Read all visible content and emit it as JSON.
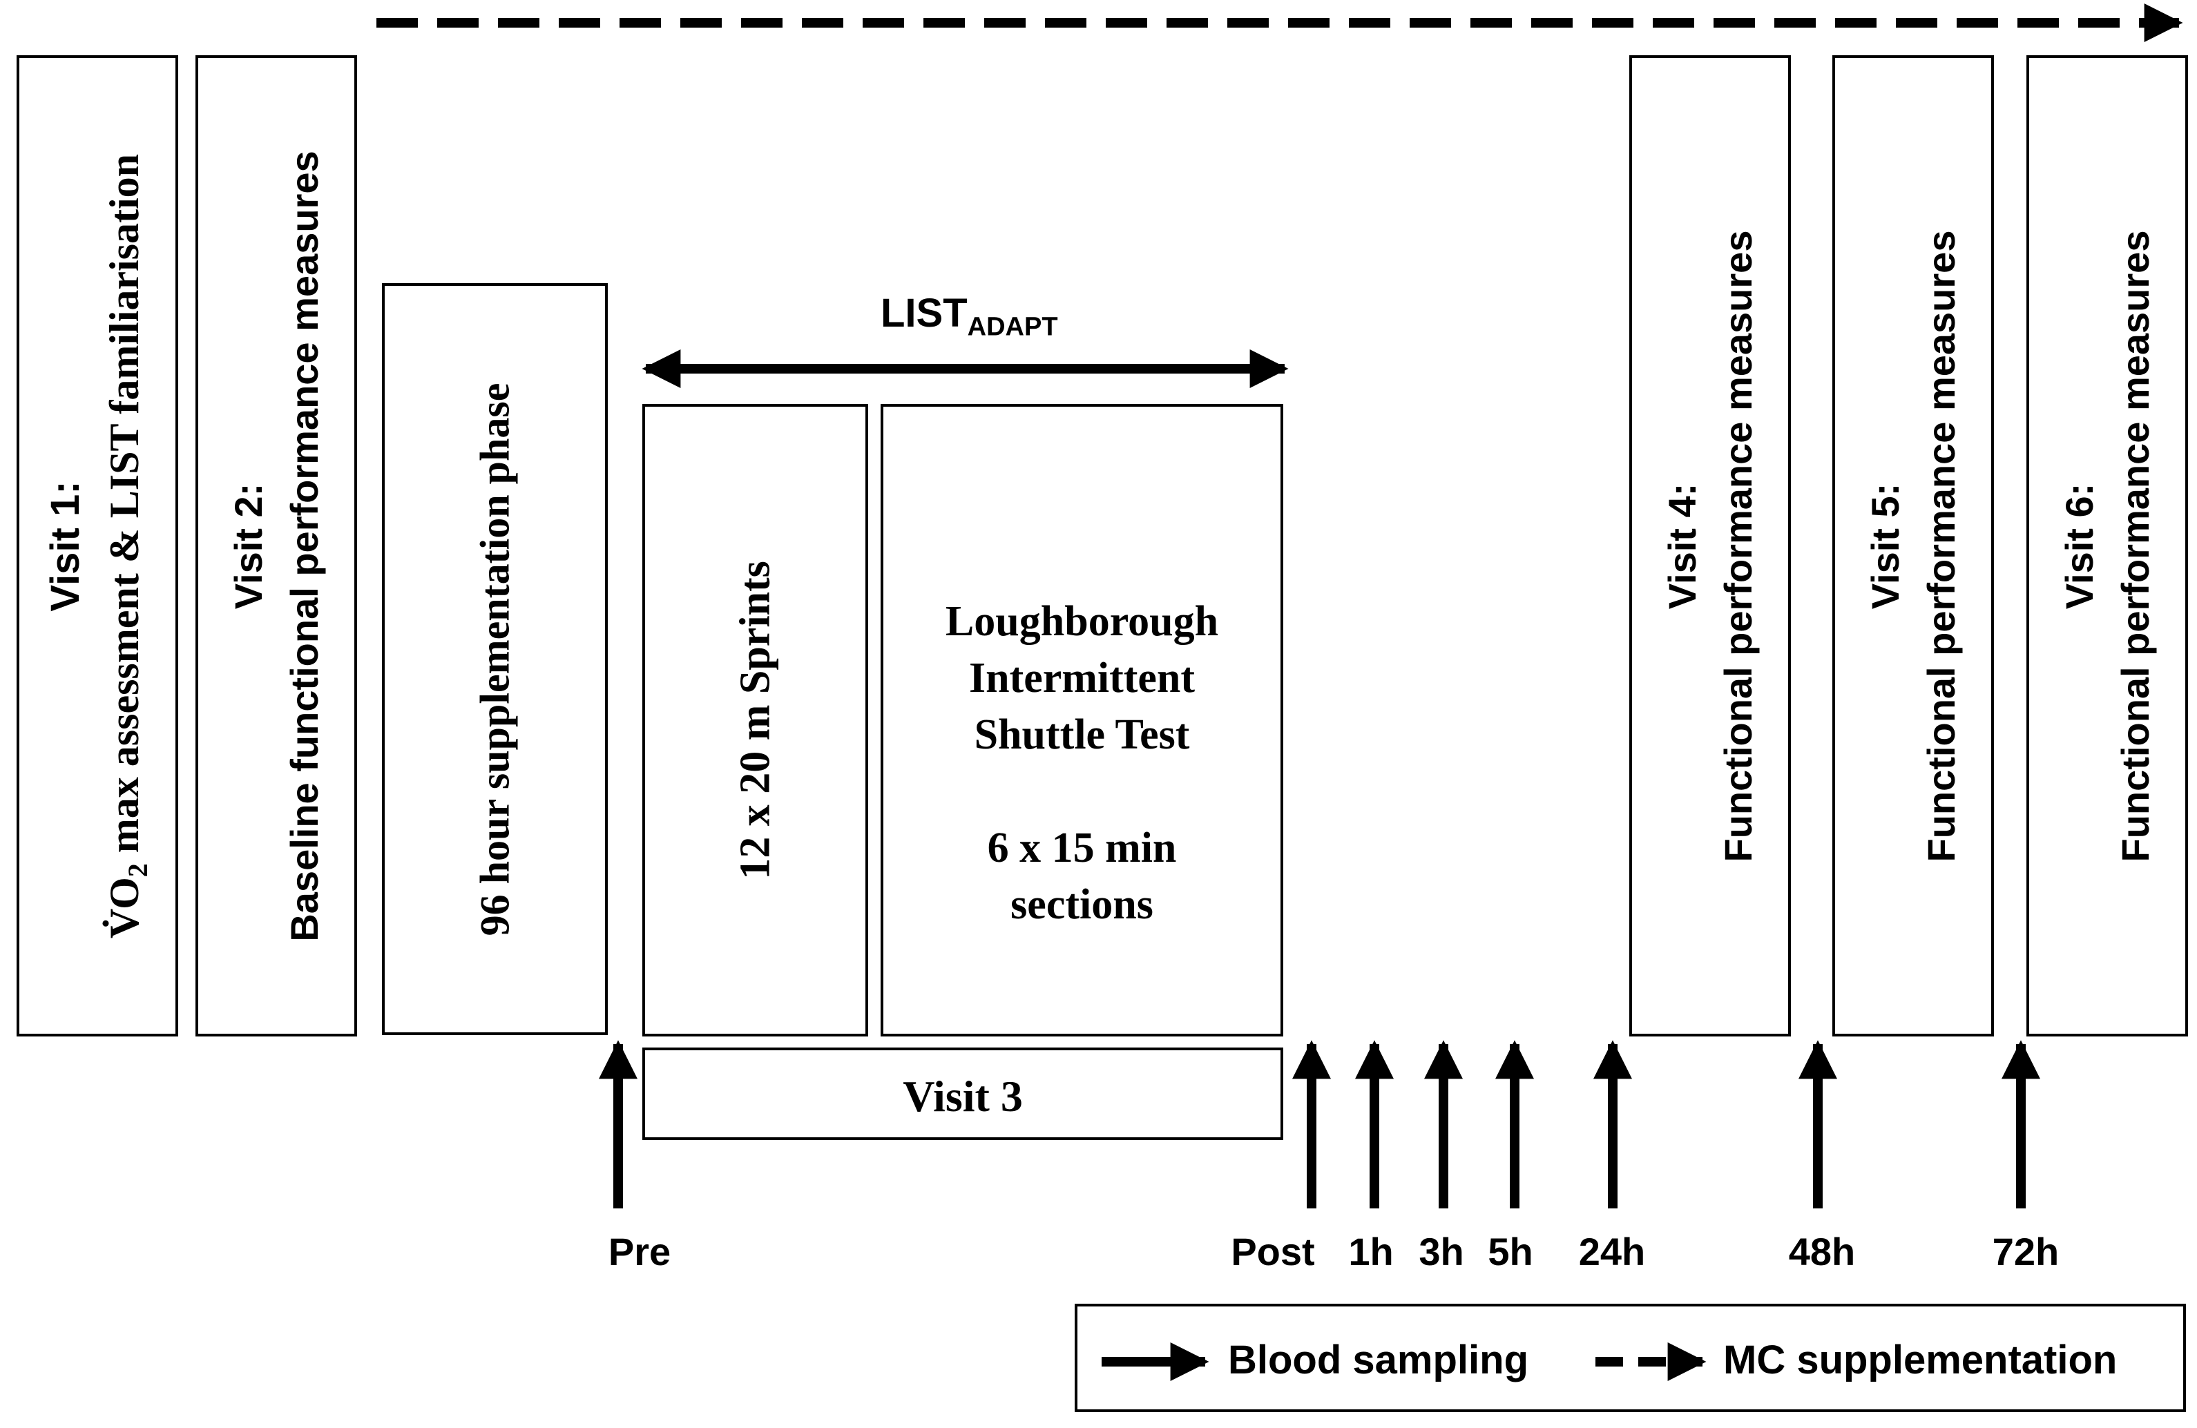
{
  "supplementation_arrow_icon": "dashed-arrow-right",
  "visits": {
    "v1": {
      "title": "Visit 1:",
      "vo2_symbol": "V̇O",
      "vo2_sub": "2",
      "rest": " max assessment & LIST familiarisation"
    },
    "v2": {
      "title": "Visit 2:",
      "subtitle": "Baseline functional performance measures"
    },
    "v4": {
      "title": "Visit 4:",
      "subtitle": "Functional performance measures"
    },
    "v5": {
      "title": "Visit 5:",
      "subtitle": "Functional performance measures"
    },
    "v6": {
      "title": "Visit 6:",
      "subtitle": "Functional performance measures"
    }
  },
  "supplementation_phase": {
    "label": "96 hour supplementation phase"
  },
  "list_adapt": {
    "main": "LIST",
    "sub": "ADAPT",
    "arrow_icon": "double-headed-arrow"
  },
  "visit3": {
    "sprints": "12 x 20 m Sprints",
    "list_lines": [
      "Loughborough",
      "Intermittent",
      "Shuttle Test"
    ],
    "section_lines": [
      "6 x 15 min",
      "sections"
    ],
    "label": "Visit 3"
  },
  "timepoints": [
    "Pre",
    "Post",
    "1h",
    "3h",
    "5h",
    "24h",
    "48h",
    "72h"
  ],
  "legend": {
    "blood": {
      "icon": "solid-arrow-right",
      "label": "Blood sampling"
    },
    "mc": {
      "icon": "dashed-arrow-right",
      "label": "MC supplementation"
    }
  }
}
